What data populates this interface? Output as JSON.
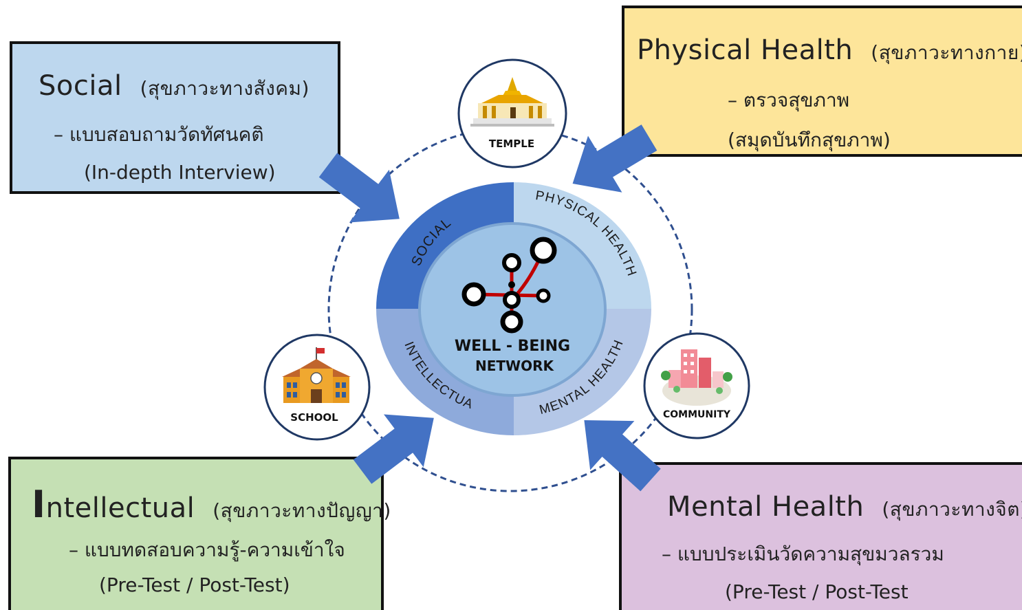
{
  "colors": {
    "social_box": "#bdd7ee",
    "physical_box": "#fde59a",
    "intellectual_box": "#c5e0b4",
    "mental_box": "#dcc1de",
    "arrow": "#4472c4",
    "ring_social": "#3e6fc4",
    "ring_physical": "#bdd7ee",
    "ring_intellectual": "#8eaadb",
    "ring_mental": "#b4c7e7",
    "center": "#9dc3e6",
    "network_line": "#c00000"
  },
  "boxes": {
    "social": {
      "title": "Social",
      "title_th": "(สุขภาวะทางสังคม)",
      "item": "– แบบสอบถามวัดทัศนคติ",
      "method": "(In-depth  Interview)"
    },
    "physical": {
      "title": "Physical  Health",
      "title_th": "(สุขภาวะทางกาย)",
      "item": "– ตรวจสุขภาพ",
      "method": "(สมุดบันทึกสุขภาพ)"
    },
    "intellectual": {
      "title_first": "I",
      "title_rest": "ntellectual",
      "title_th": "(สุขภาวะทางปัญญา)",
      "item": "– แบบทดสอบความรู้-ความเข้าใจ",
      "method": "(Pre-Test  /  Post-Test)"
    },
    "mental": {
      "title": "Mental  Health",
      "title_th": "(สุขภาวะทางจิต)",
      "item": "– แบบประเมินวัดความสุขมวลรวม",
      "method": "(Pre-Test  /  Post-Test"
    }
  },
  "ring": {
    "social": "SOCIAL",
    "physical": "PHYSICAL HEALTH",
    "intellectual": "INTELLECTUAL",
    "mental": "MENTAL HEALTH"
  },
  "center": {
    "line1": "WELL - BEING",
    "line2": "NETWORK"
  },
  "nodes": {
    "temple": "TEMPLE",
    "school": "SCHOOL",
    "community": "COMMUNITY"
  }
}
